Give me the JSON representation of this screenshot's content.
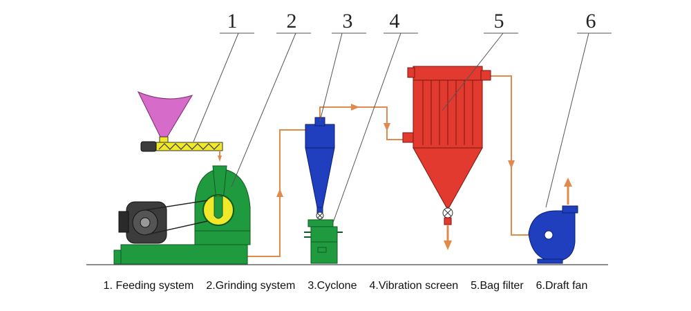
{
  "diagram": {
    "labels": [
      "1",
      "2",
      "3",
      "4",
      "5",
      "6"
    ],
    "colors": {
      "hopper": "#d76bc9",
      "screw": "#f2e82a",
      "mill": "#1f9a3e",
      "motor": "#3c3c3c",
      "cyclone": "#1f3fbf",
      "screen": "#1f9a3e",
      "bagfilter": "#e23a2f",
      "fan": "#1f3fbf",
      "pipe": "#e08a4c"
    }
  },
  "legend": [
    "1. Feeding system",
    "2.Grinding system",
    "3.Cyclone",
    "4.Vibration screen",
    "5.Bag filter",
    "6.Draft fan"
  ]
}
